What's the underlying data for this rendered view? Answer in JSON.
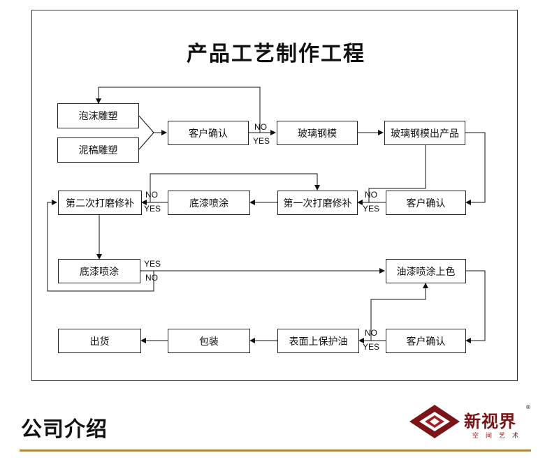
{
  "title": "产品工艺制作工程",
  "nodes": {
    "foam": "泡沫雕塑",
    "clay": "泥稿雕塑",
    "confirm1": "客户确认",
    "mold": "玻璃钢模",
    "product": "玻璃钢模出产品",
    "confirm2": "客户确认",
    "sand1": "第一次打磨修补",
    "primer1": "底漆喷涂",
    "sand2": "第二次打磨修补",
    "primer2": "底漆喷涂",
    "paint": "油漆喷涂上色",
    "confirm3": "客户确认",
    "protect": "表面上保护油",
    "pack": "包装",
    "ship": "出货"
  },
  "labels": {
    "no": "NO",
    "yes": "YES"
  },
  "footer": {
    "section_title": "公司介绍",
    "logo_name": "新视界",
    "logo_sub": "空间艺术",
    "logo_mark": "®"
  },
  "colors": {
    "accent_rule": "#b08a3c",
    "logo_red": "#7a1416"
  }
}
